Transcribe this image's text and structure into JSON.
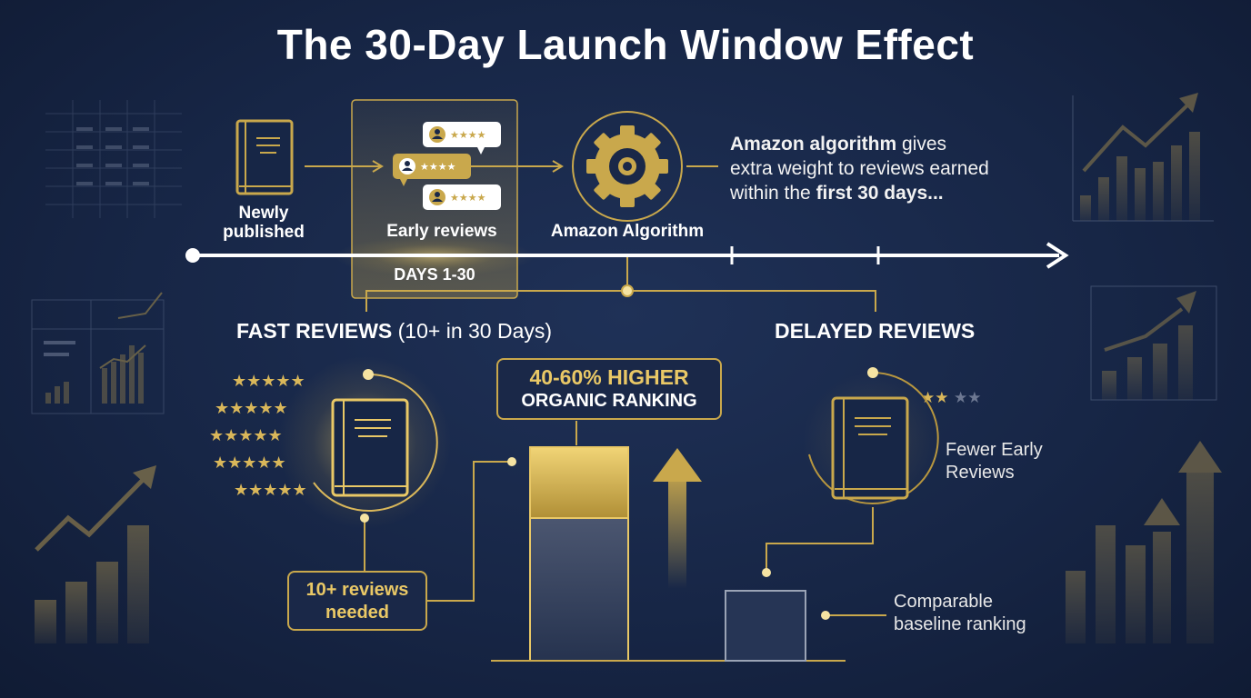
{
  "title": "The 30-Day Launch Window Effect",
  "timeline": {
    "newly_published": "Newly\npublished",
    "early_reviews": "Early reviews",
    "amazon_algorithm": "Amazon Algorithm",
    "days_label": "DAYS 1-30"
  },
  "algo_text": {
    "bold1": "Amazon algorithm",
    "text1": " gives",
    "text2": "extra weight to reviews earned",
    "text3": "within the ",
    "bold2": "first 30 days...",
    "text4": ""
  },
  "fast": {
    "heading_bold": "FAST REVIEWS",
    "heading_light": " (10+ in 30 Days)",
    "needed_line1": "10+ reviews",
    "needed_line2": "needed"
  },
  "callout": {
    "line1": "40-60% HIGHER",
    "line2": "ORGANIC RANKING"
  },
  "delayed": {
    "heading": "DELAYED REVIEWS",
    "fewer": "Fewer Early\nReviews",
    "baseline": "Comparable\nbaseline ranking"
  },
  "colors": {
    "background": "#172646",
    "gold": "#c9a84c",
    "gold_light": "#e9c866",
    "text": "#ffffff"
  },
  "icons": [
    "book-icon",
    "review-card-icon",
    "gear-icon",
    "star-icon",
    "arrow-up-icon",
    "bar-chart-icon"
  ]
}
